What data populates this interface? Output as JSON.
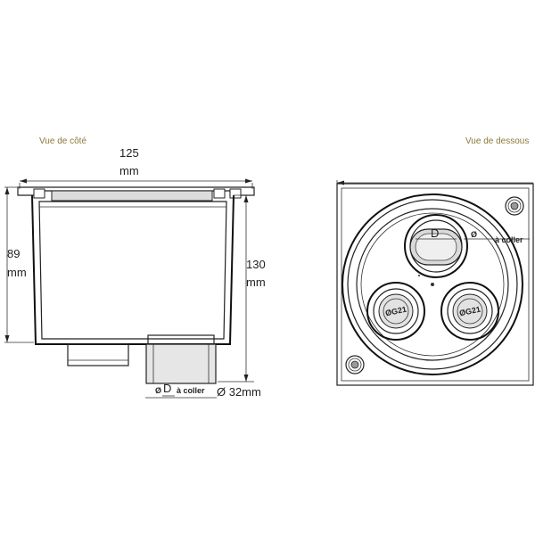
{
  "views": {
    "side": {
      "caption": "Vue de côté",
      "width_value": "125",
      "width_unit": "mm",
      "height_value": "89",
      "height_unit": "mm",
      "total_height_value": "130",
      "total_height_unit": "mm",
      "pipe_symbol": "Ø",
      "pipe_letter": "D",
      "pipe_note": "à coller",
      "pipe_diameter": "Ø 32mm"
    },
    "bottom": {
      "caption": "Vue de dessous",
      "center_letter": "D",
      "center_symbol": "Ø",
      "center_note": "à coller",
      "port_left": "ØG21",
      "port_right": "ØG21"
    }
  }
}
